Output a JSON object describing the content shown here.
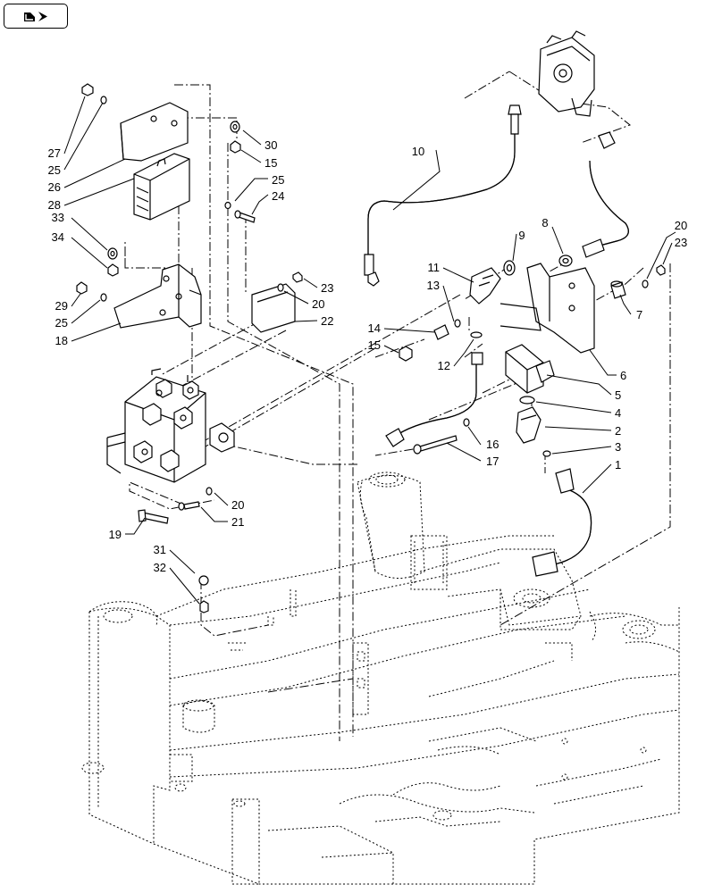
{
  "toolbar": {
    "nav_icon": "page-navigation-icon"
  },
  "diagram": {
    "callouts": [
      {
        "id": "c27",
        "label": "27"
      },
      {
        "id": "c25a",
        "label": "25"
      },
      {
        "id": "c26",
        "label": "26"
      },
      {
        "id": "c28",
        "label": "28"
      },
      {
        "id": "c30",
        "label": "30"
      },
      {
        "id": "c15a",
        "label": "15"
      },
      {
        "id": "c25b",
        "label": "25"
      },
      {
        "id": "c24",
        "label": "24"
      },
      {
        "id": "c33",
        "label": "33"
      },
      {
        "id": "c34",
        "label": "34"
      },
      {
        "id": "c29",
        "label": "29"
      },
      {
        "id": "c25c",
        "label": "25"
      },
      {
        "id": "c18",
        "label": "18"
      },
      {
        "id": "c23a",
        "label": "23"
      },
      {
        "id": "c20a",
        "label": "20"
      },
      {
        "id": "c22",
        "label": "22"
      },
      {
        "id": "c10",
        "label": "10"
      },
      {
        "id": "c9",
        "label": "9"
      },
      {
        "id": "c8",
        "label": "8"
      },
      {
        "id": "c20b",
        "label": "20"
      },
      {
        "id": "c23b",
        "label": "23"
      },
      {
        "id": "c11",
        "label": "11"
      },
      {
        "id": "c13",
        "label": "13"
      },
      {
        "id": "c7",
        "label": "7"
      },
      {
        "id": "c14",
        "label": "14"
      },
      {
        "id": "c15b",
        "label": "15"
      },
      {
        "id": "c12",
        "label": "12"
      },
      {
        "id": "c6",
        "label": "6"
      },
      {
        "id": "c5",
        "label": "5"
      },
      {
        "id": "c4",
        "label": "4"
      },
      {
        "id": "c2",
        "label": "2"
      },
      {
        "id": "c16",
        "label": "16"
      },
      {
        "id": "c3",
        "label": "3"
      },
      {
        "id": "c17",
        "label": "17"
      },
      {
        "id": "c1",
        "label": "1"
      },
      {
        "id": "c20c",
        "label": "20"
      },
      {
        "id": "c21",
        "label": "21"
      },
      {
        "id": "c19",
        "label": "19"
      },
      {
        "id": "c31",
        "label": "31"
      },
      {
        "id": "c32",
        "label": "32"
      }
    ]
  }
}
